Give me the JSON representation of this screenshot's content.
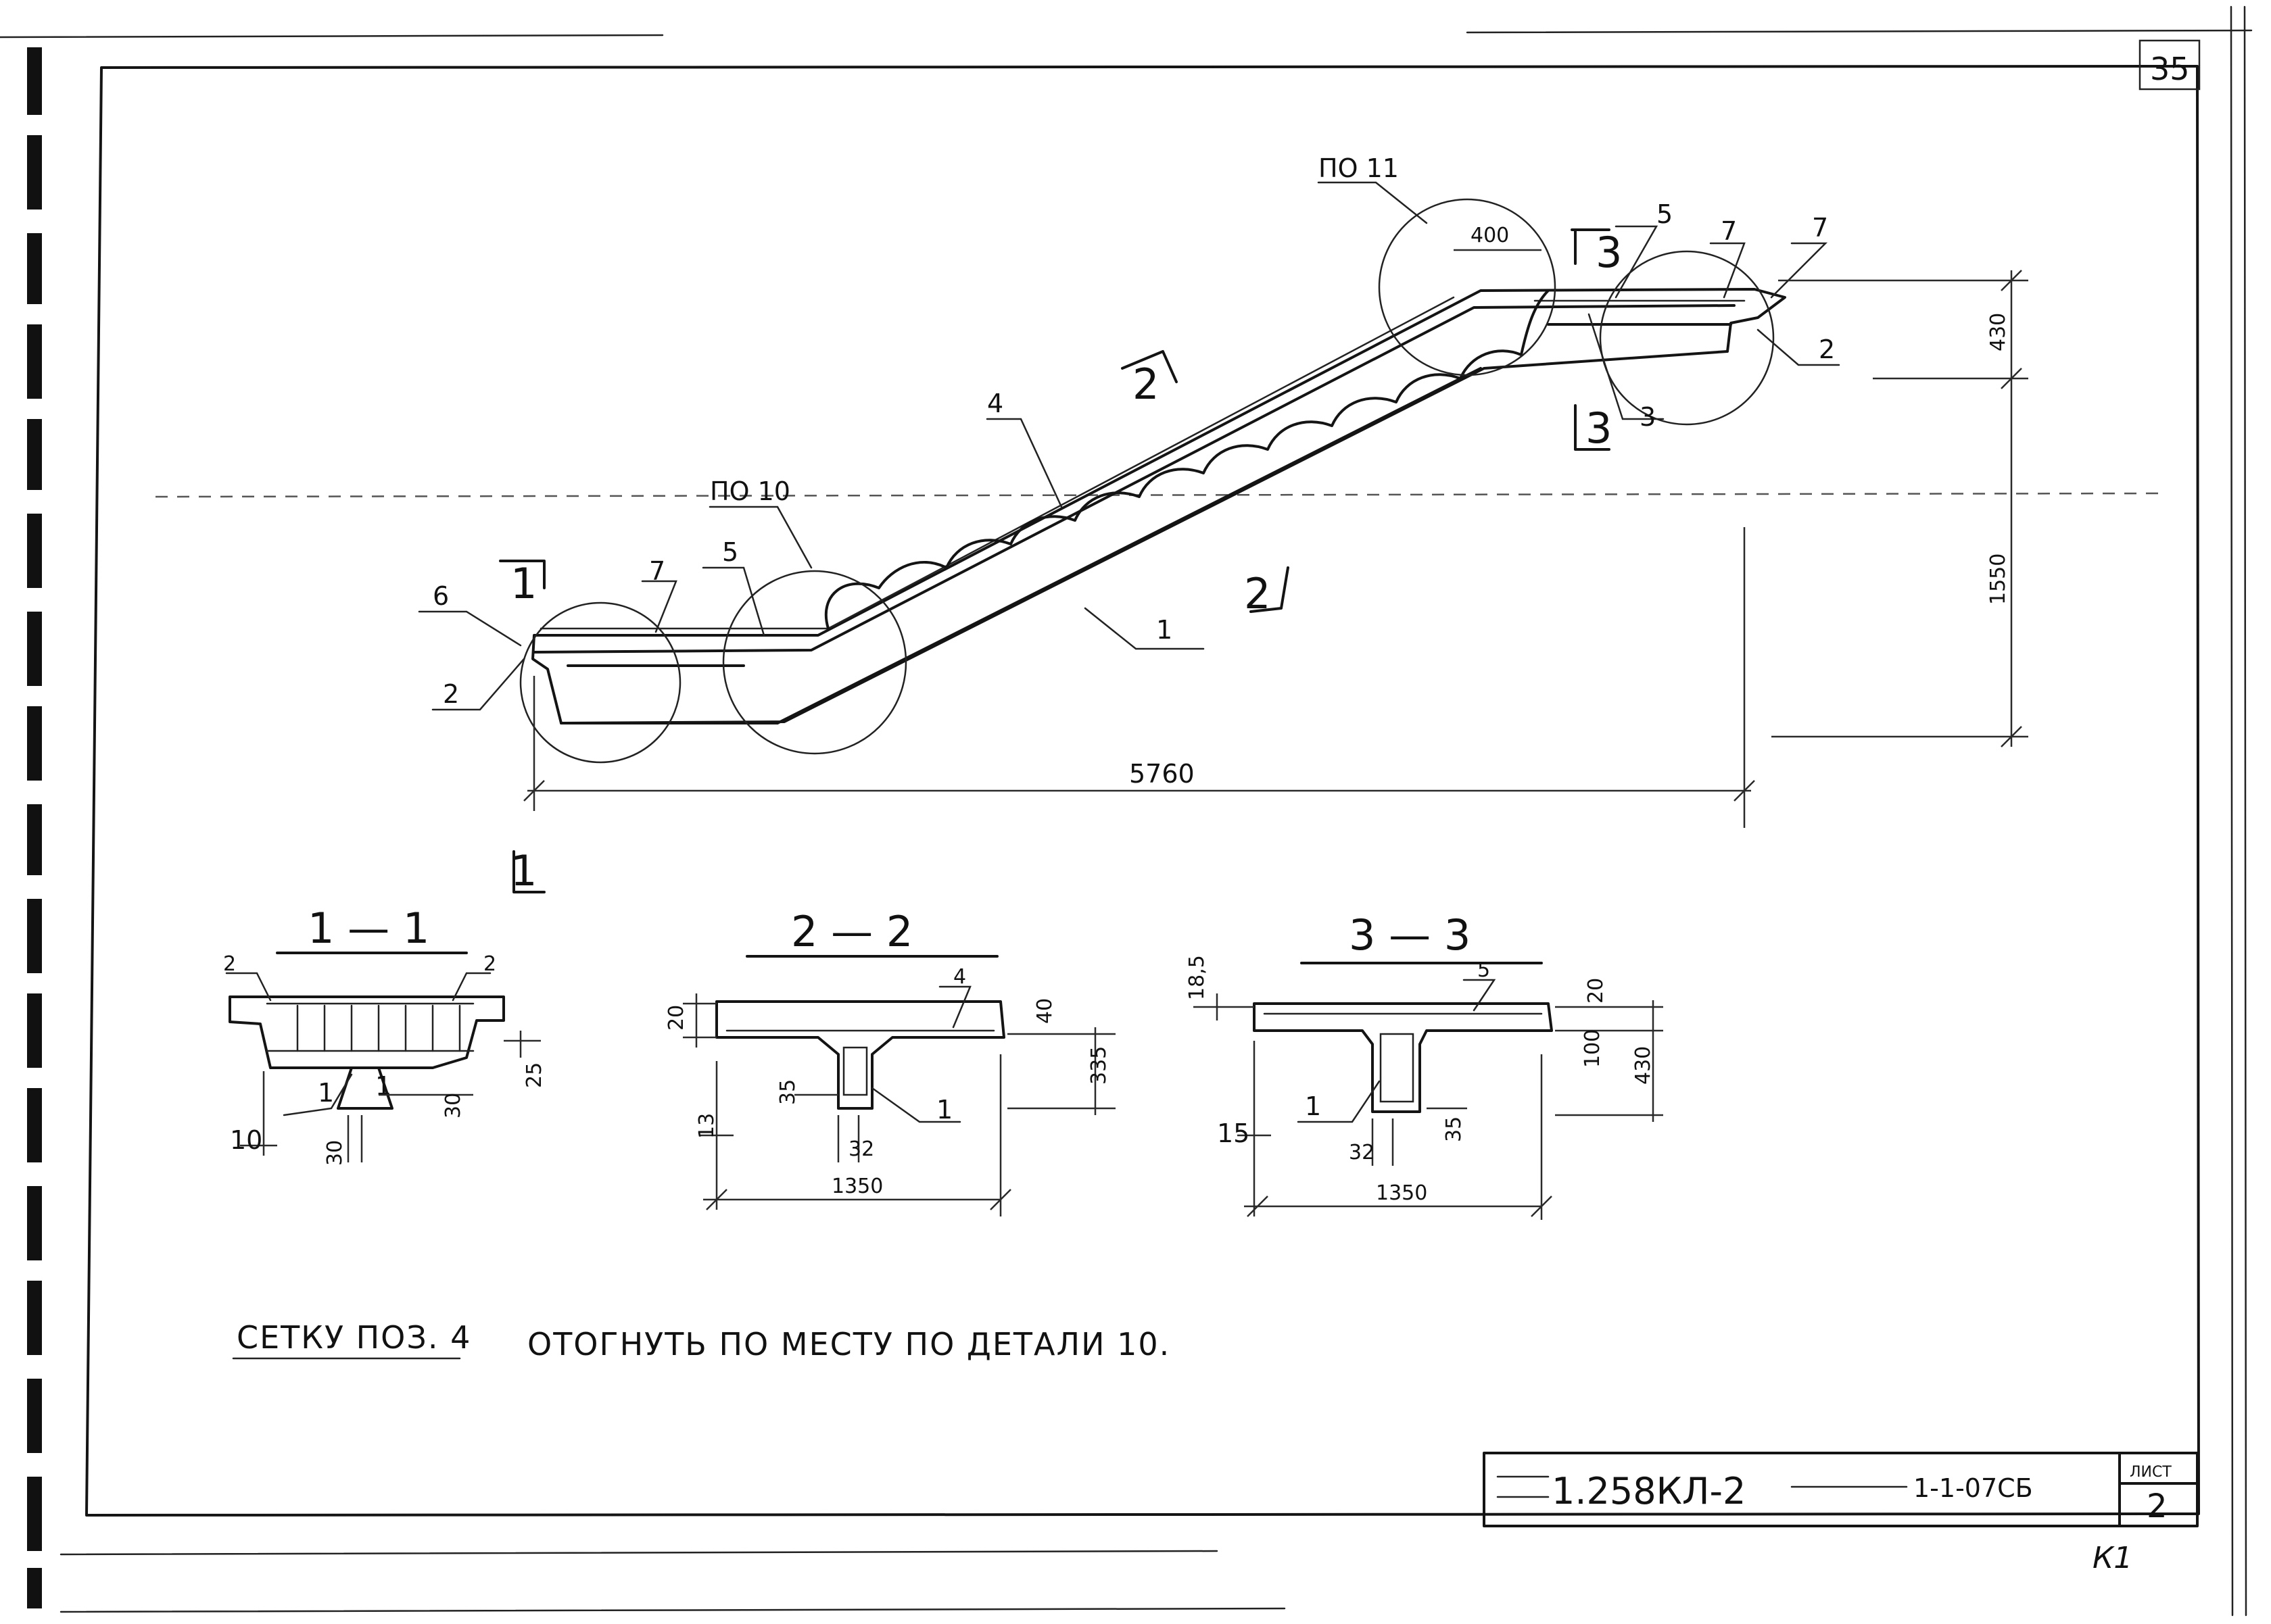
{
  "sheet": {
    "page_number": "35",
    "sheet_label": "ЛИСТ",
    "sheet_number": "2",
    "mark": "К1"
  },
  "title_block": {
    "code_left": "1.258КЛ-2",
    "code_right": "1-1-07СБ"
  },
  "main_view": {
    "labels": {
      "det10": "ПО 10",
      "det11": "ПО 11",
      "pos1": "1",
      "pos2": "2",
      "pos2b": "2",
      "pos3": "3",
      "pos4": "4",
      "pos5": "5",
      "pos5b": "5",
      "pos6": "6",
      "pos7": "7",
      "pos7b": "7",
      "pos7c": "7"
    },
    "section_marks": {
      "s1a": "1",
      "s1b": "1",
      "s2a": "2",
      "s2b": "2",
      "s3a": "3",
      "s3b": "3"
    },
    "dims": {
      "length": "5760",
      "top_height": "400",
      "right_top": "430",
      "right_total": "1550"
    }
  },
  "section_1": {
    "title": "1 — 1",
    "labels": {
      "l2a": "2",
      "l2b": "2",
      "l1": "1",
      "l1b": "1"
    },
    "dims": {
      "d25": "25",
      "d10": "10",
      "d30": "30",
      "d30b": "30"
    }
  },
  "section_2": {
    "title": "2 — 2",
    "labels": {
      "l4": "4",
      "l1": "1"
    },
    "dims": {
      "d20": "20",
      "d40": "40",
      "d335": "335",
      "d35": "35",
      "d13": "13",
      "d32": "32",
      "d1350": "1350"
    }
  },
  "section_3": {
    "title": "3 — 3",
    "labels": {
      "l5": "5",
      "l1": "1"
    },
    "dims": {
      "d185": "18,5",
      "d20": "20",
      "d100": "100",
      "d430": "430",
      "d15": "15",
      "d32": "32",
      "d35": "35",
      "d1350": "1350"
    }
  },
  "note": {
    "part1": "СЕТКУ ПОЗ. 4",
    "part2": "ОТОГНУТЬ ПО МЕСТУ ПО ДЕТАЛИ 10."
  }
}
